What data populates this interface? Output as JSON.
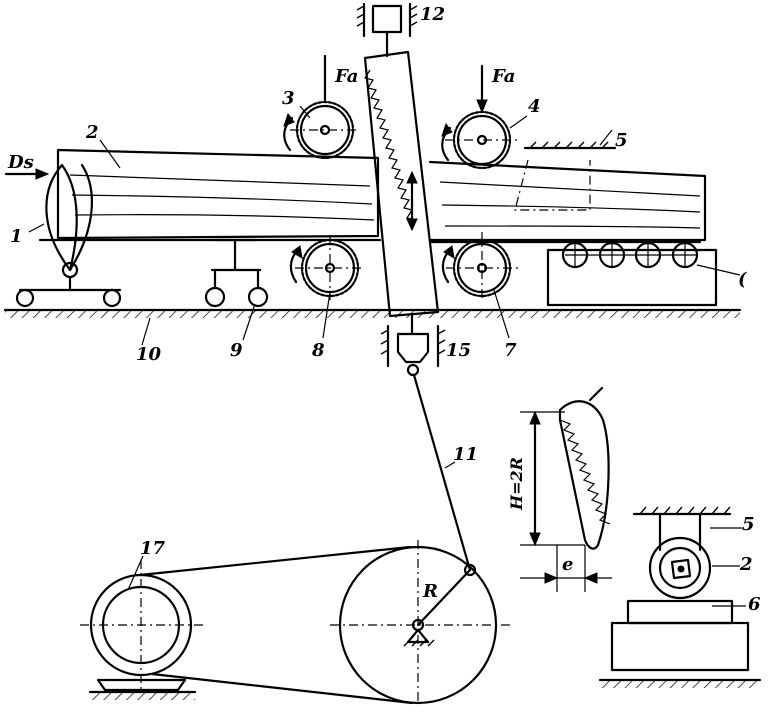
{
  "labels": {
    "n1": "1",
    "n2": "2",
    "n3": "3",
    "n4": "4",
    "n5": "5",
    "n7": "7",
    "n8": "8",
    "n9": "9",
    "n10": "10",
    "n11": "11",
    "n12": "12",
    "n15": "15",
    "n17": "17",
    "d2": "2",
    "d5": "5",
    "d6": "6",
    "ds": "Ds",
    "fa_left": "Fa",
    "fa_right": "Fa",
    "radius": "R",
    "height": "H=2R",
    "offset": "e",
    "edge_mark": "("
  }
}
